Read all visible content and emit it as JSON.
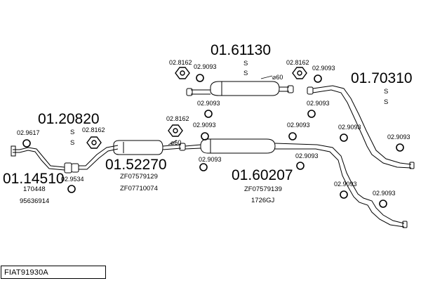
{
  "diagram": {
    "code": "FIAT91930A",
    "assemblies": [
      {
        "number": "01.61130",
        "notes": [
          "S",
          "S"
        ]
      },
      {
        "number": "01.70310",
        "notes": [
          "S",
          "S"
        ]
      },
      {
        "number": "01.20820",
        "notes": [
          "S",
          "S"
        ]
      },
      {
        "number": "01.14510",
        "refs": [
          "170448",
          "95636914"
        ]
      },
      {
        "number": "01.52270",
        "refs": [
          "ZF07579129",
          "ZF07710074"
        ]
      },
      {
        "number": "01.60207",
        "refs": [
          "ZF07579139",
          "1726GJ"
        ]
      }
    ],
    "parts": {
      "p1": "02.8162",
      "p2": "02.9093",
      "p3": "02.8162",
      "p4": "02.9093",
      "p5": "02.9093",
      "p6": "02.9617",
      "p7": "02.8162",
      "p8": "02.8162",
      "p9": "02.9093",
      "p10": "02.9093",
      "p11": "02.9093",
      "p12": "02.9093",
      "p13": "02.9093",
      "p14": "02.9093",
      "p15": "02.9534",
      "p16": "02.9093",
      "p17": "02.9093",
      "p18": "02.9093"
    },
    "diameters": [
      "⌀60",
      "⌀60"
    ]
  }
}
